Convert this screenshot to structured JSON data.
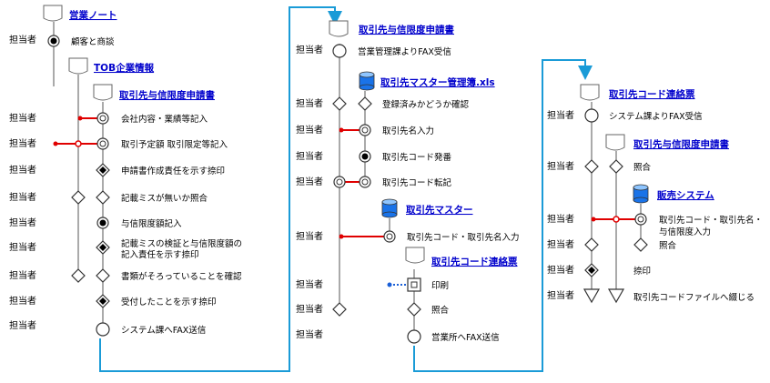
{
  "colors": {
    "flow_line": "#1a9bd7",
    "link_line": "#e00000",
    "dot_link": "#1a5fd7",
    "title": "#0000cc"
  },
  "role_label": "担当者",
  "col1": {
    "doc_eigyo_note": "営業ノート",
    "doc_tob_info": "TOB企業情報",
    "doc_application": "取引先与信限度申請書",
    "steps": [
      "顧客と商談",
      "会社内容・業績等記入",
      "取引予定額 取引限定等記入",
      "申請書作成責任を示す捺印",
      "記載ミスが無いか照合",
      "与信限度額記入",
      "記載ミスの検証と与信限度額の",
      "記入責任を示す捺印",
      "書類がそろっていることを確認",
      "受付したことを示す捺印",
      "システム課へFAX送信"
    ]
  },
  "col2": {
    "doc_application": "取引先与信限度申請書",
    "doc_master_ledger": "取引先マスター管理簿.xls",
    "doc_master": "取引先マスター",
    "doc_contact_slip": "取引先コード連絡票",
    "steps": [
      "営業管理課よりFAX受信",
      "登録済みかどうか確認",
      "取引先名入力",
      "取引先コード発番",
      "取引先コード転記",
      "取引先コード・取引先名入力",
      "印刷",
      "照合",
      "営業所へFAX送信"
    ]
  },
  "col3": {
    "doc_contact_slip": "取引先コード連絡票",
    "doc_application": "取引先与信限度申請書",
    "doc_sales_system": "販売システム",
    "steps": [
      "システム課よりFAX受信",
      "照合",
      "取引先コード・取引先名・",
      "与信限度入力",
      "照合",
      "捺印",
      "取引先コードファイルへ綴じる"
    ]
  }
}
